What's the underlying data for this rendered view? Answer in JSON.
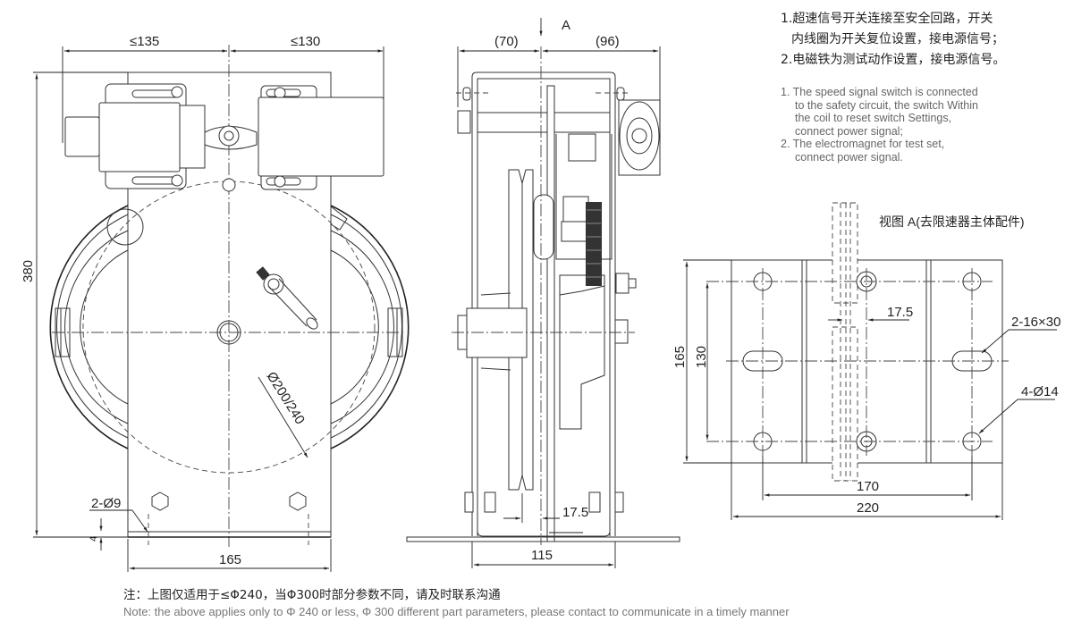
{
  "notes_cn": {
    "line1": "1.超速信号开关连接至安全回路，开关",
    "line2": "内线圈为开关复位设置，接电源信号；",
    "line3": "2.电磁铁为测试动作设置，接电源信号。"
  },
  "notes_en": {
    "item1_line1": "1. The speed signal switch is connected",
    "item1_line2": "to the safety circuit, the switch Within",
    "item1_line3": "the coil to reset switch Settings,",
    "item1_line4": "connect power signal;",
    "item2_line1": "2. The electromagnet for test set,",
    "item2_line2": "connect power signal."
  },
  "front_view": {
    "dim_left_width": "≤135",
    "dim_right_width": "≤130",
    "dim_height": "380",
    "dim_base_width": "165",
    "dim_sheave": "Ø200/240",
    "dim_mount_holes": "2-Ø9",
    "dim_base_thickness": "4"
  },
  "side_view": {
    "view_arrow_label": "A",
    "dim_left": "(70)",
    "dim_right": "(96)",
    "dim_offset": "17.5",
    "dim_base_width": "115"
  },
  "view_a": {
    "title": "视图 A(去限速器主体配件)",
    "dim_offset": "17.5",
    "dim_slots": "2-16×30",
    "dim_holes": "4-Ø14",
    "dim_outer_height": "165",
    "dim_hole_height": "130",
    "dim_hole_spacing": "170",
    "dim_outer_width": "220"
  },
  "footer": {
    "note_cn": "注：上图仅适用于≤Φ240，当Φ300时部分参数不同，请及时联系沟通",
    "note_en": "Note: the above applies only to Φ 240 or less, Φ 300 different part parameters, please contact to communicate in a timely manner"
  }
}
